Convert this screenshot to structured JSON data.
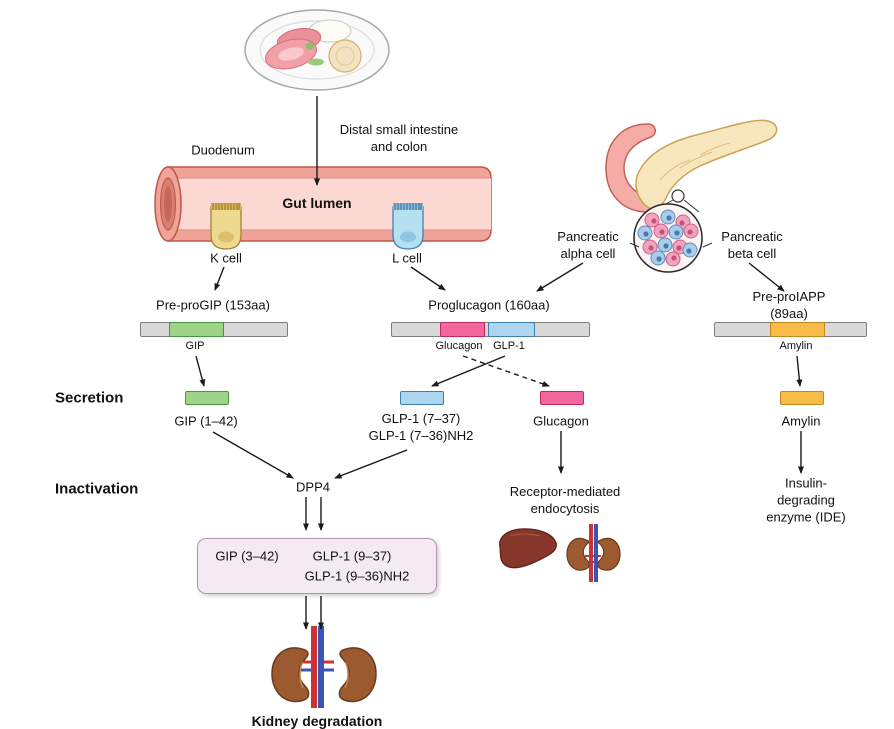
{
  "colors": {
    "gip-green": "#9ed489",
    "gip-green-border": "#44973b",
    "glp-blue": "#aed6f0",
    "glp-blue-border": "#3d7fae",
    "glucagon-pink": "#f2679d",
    "glucagon-pink-border": "#c62565",
    "amylin-orange": "#f6bc47",
    "amylin-orange-border": "#c3871c",
    "bar-gray": "#d9d9d9",
    "bar-gray-border": "#7f7f7f",
    "box-fill": "#f4eaf2",
    "box-border": "#b393b3"
  },
  "gut": {
    "duodenum": "Duodenum",
    "distal": "Distal small intestine\nand colon",
    "lumen": "Gut lumen",
    "k_cell": "K cell",
    "l_cell": "L cell"
  },
  "pancreas": {
    "alpha": "Pancreatic\nalpha cell",
    "beta": "Pancreatic\nbeta cell"
  },
  "precursors": {
    "gip": {
      "title": "Pre-proGIP (153aa)",
      "segment": "GIP"
    },
    "proglucagon": {
      "title": "Proglucagon (160aa)",
      "segment_glucagon": "Glucagon",
      "segment_glp1": "GLP-1"
    },
    "iapp": {
      "title": "Pre-proIAPP (89aa)",
      "segment": "Amylin"
    }
  },
  "stages": {
    "secretion": "Secretion",
    "inactivation": "Inactivation"
  },
  "secreted": {
    "gip": "GIP (1–42)",
    "glp1": "GLP-1 (7–37)\nGLP-1 (7–36)NH2",
    "glucagon": "Glucagon",
    "amylin": "Amylin"
  },
  "inactivation": {
    "dpp4": "DPP4",
    "endocytosis": "Receptor-mediated\nendocytosis",
    "ide": "Insulin-degrading\nenzyme (IDE)",
    "products": {
      "gip": "GIP (3–42)",
      "glp1_a": "GLP-1 (9–37)",
      "glp1_b": "GLP-1 (9–36)NH2"
    }
  },
  "footer": {
    "kidney_degradation": "Kidney degradation"
  }
}
